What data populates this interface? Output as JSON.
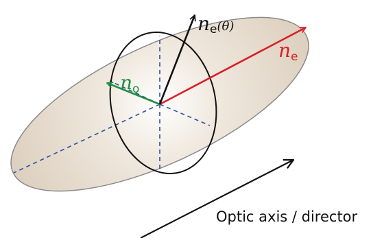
{
  "labels": {
    "n_e_theta": {
      "symbol": "n",
      "subscript": "e",
      "argument": "(θ)"
    },
    "n_e": {
      "symbol": "n",
      "subscript": "e"
    },
    "n_o": {
      "symbol": "n",
      "subscript": "o"
    },
    "optic_axis": "Optic axis / director"
  },
  "colors": {
    "ellipsoid_fill": "#e2d6c6",
    "ellipsoid_stroke": "#8a8a8a",
    "dashed_axis": "#2a4f9f",
    "circle_stroke": "#111111",
    "n_e_arrow": "#d81f26",
    "n_o_arrow": "#1f8f44",
    "n_e_theta_arrow": "#111111",
    "optic_axis_arrow": "#111111"
  }
}
